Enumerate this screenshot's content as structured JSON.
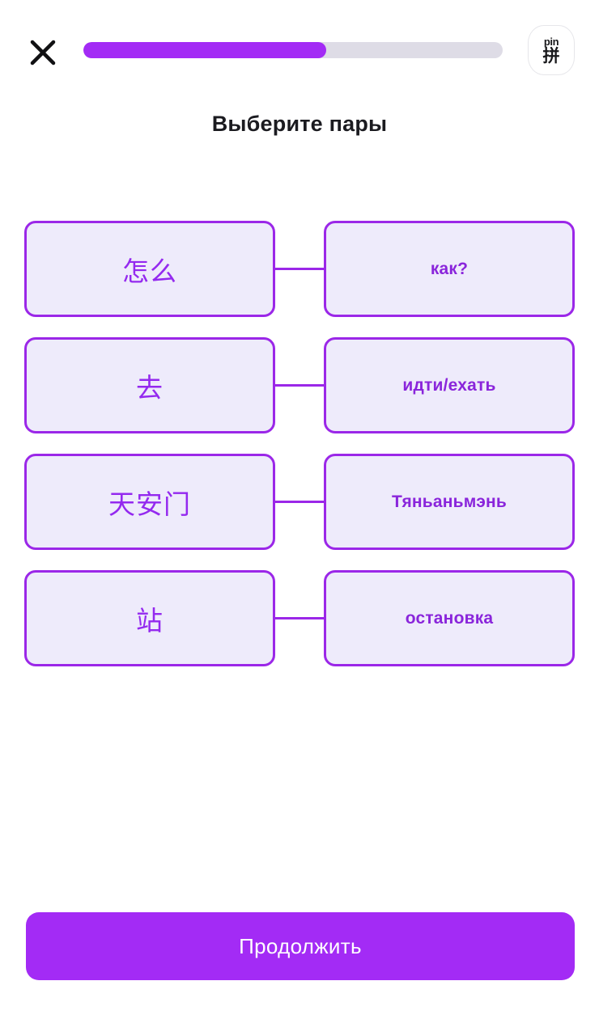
{
  "header": {
    "close_icon": "close-x-icon",
    "progress": {
      "percent": 58,
      "fill_color": "#a32bf5",
      "track_color": "#dedce6"
    },
    "pin_toggle": {
      "top_label": "pin",
      "character": "拼",
      "icon": "pinyin-toggle-icon"
    }
  },
  "main": {
    "title": "Выберите пары",
    "pairs": [
      {
        "source": "怎么",
        "target": "как?",
        "connected": true
      },
      {
        "source": "去",
        "target": "идти/ехать",
        "connected": true
      },
      {
        "source": "天安门",
        "target": "Тяньаньмэнь",
        "connected": true
      },
      {
        "source": "站",
        "target": "остановка",
        "connected": true
      }
    ]
  },
  "footer": {
    "continue_label": "Продолжить"
  },
  "theme": {
    "accent": "#a32bf5",
    "card_border": "#9b27e8",
    "card_fill": "#eeebfb",
    "text_purple": "#8a25db",
    "title_color": "#1b1b20",
    "background": "#ffffff"
  }
}
